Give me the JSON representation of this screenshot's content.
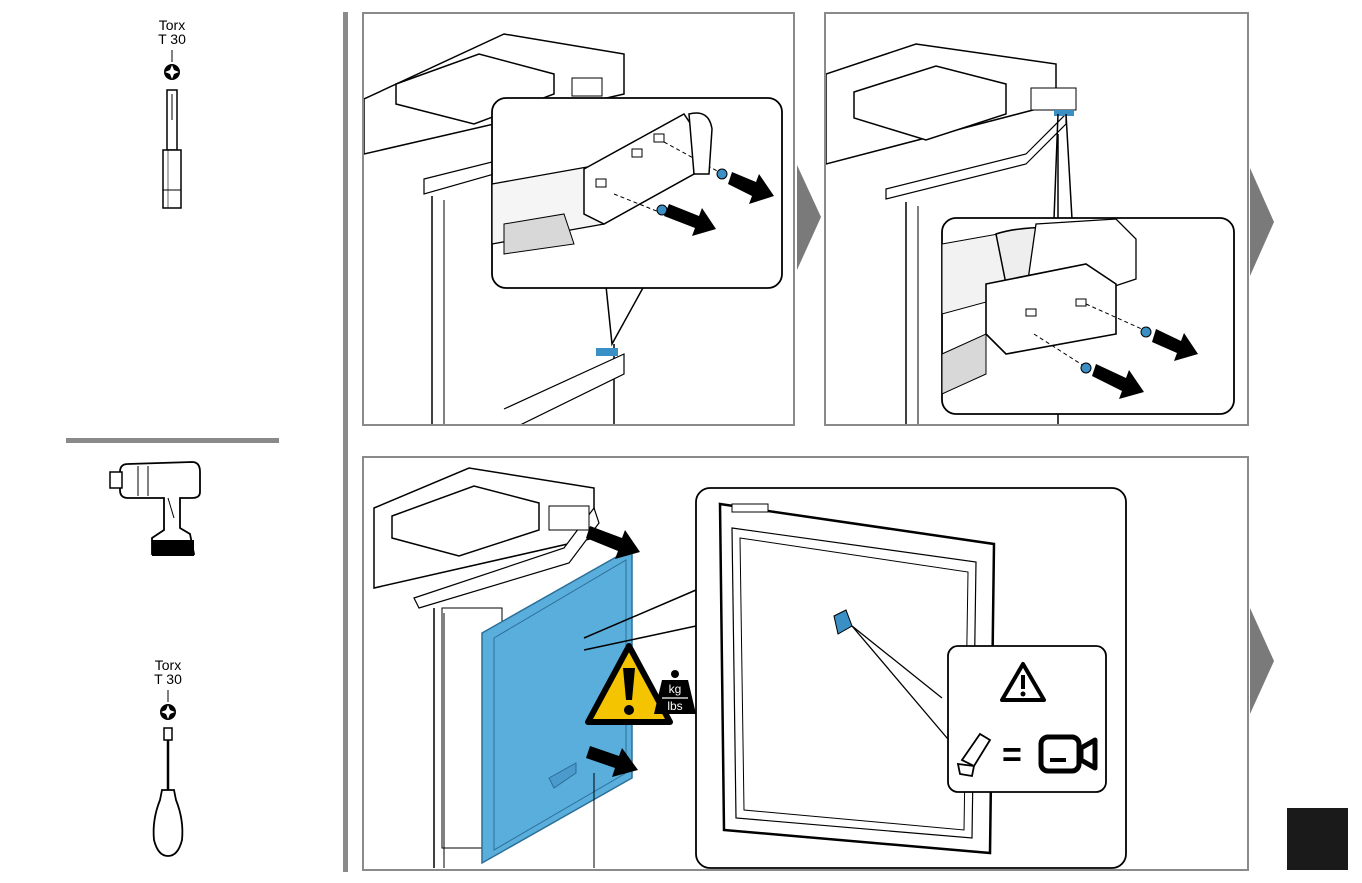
{
  "tools": {
    "bit_top": {
      "line1": "Torx",
      "line2": "T 30"
    },
    "screwdriver_bottom": {
      "line1": "Torx",
      "line2": "T 30"
    }
  },
  "warning": {
    "unit_top": "kg",
    "unit_bottom": "lbs"
  },
  "legend": {
    "equals": "="
  },
  "colors": {
    "door_blue": "#5aaedb",
    "screw_blue": "#3a8fc4",
    "panel_border": "#8a8a8a",
    "warning_yellow": "#f5c400",
    "divider_gray": "#8a8a8a",
    "next_arrow_gray": "#7a7a7a"
  },
  "icons": [
    "torx-bit-icon",
    "cordless-drill-icon",
    "screwdriver-icon",
    "warning-triangle-icon",
    "weight-icon",
    "camera-icon",
    "next-step-arrow-icon"
  ]
}
